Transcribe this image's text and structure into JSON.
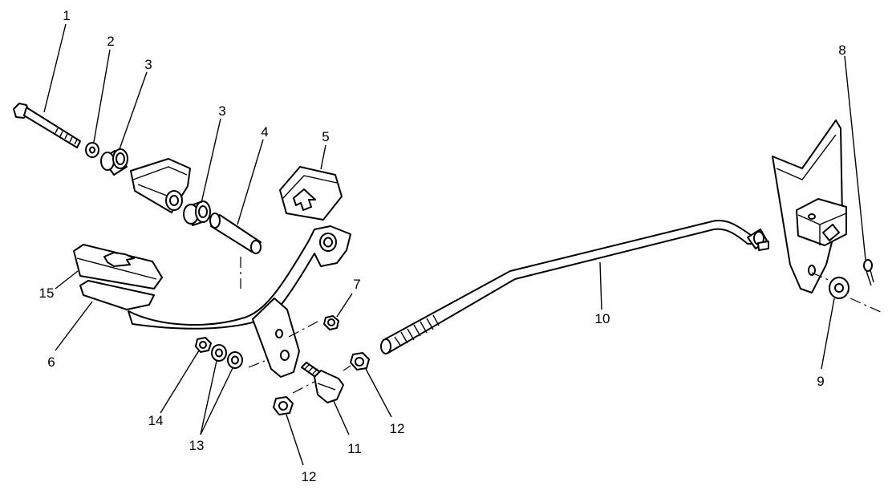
{
  "diagram": {
    "callouts": [
      {
        "id": "c1",
        "text": "1"
      },
      {
        "id": "c2",
        "text": "2"
      },
      {
        "id": "c3a",
        "text": "3"
      },
      {
        "id": "c3b",
        "text": "3"
      },
      {
        "id": "c4",
        "text": "4"
      },
      {
        "id": "c5",
        "text": "5"
      },
      {
        "id": "c6",
        "text": "6"
      },
      {
        "id": "c7",
        "text": "7"
      },
      {
        "id": "c8",
        "text": "8"
      },
      {
        "id": "c9",
        "text": "9"
      },
      {
        "id": "c10",
        "text": "10"
      },
      {
        "id": "c11",
        "text": "11"
      },
      {
        "id": "c12a",
        "text": "12"
      },
      {
        "id": "c12b",
        "text": "12"
      },
      {
        "id": "c13",
        "text": "13"
      },
      {
        "id": "c14",
        "text": "14"
      },
      {
        "id": "c15",
        "text": "15"
      }
    ]
  }
}
